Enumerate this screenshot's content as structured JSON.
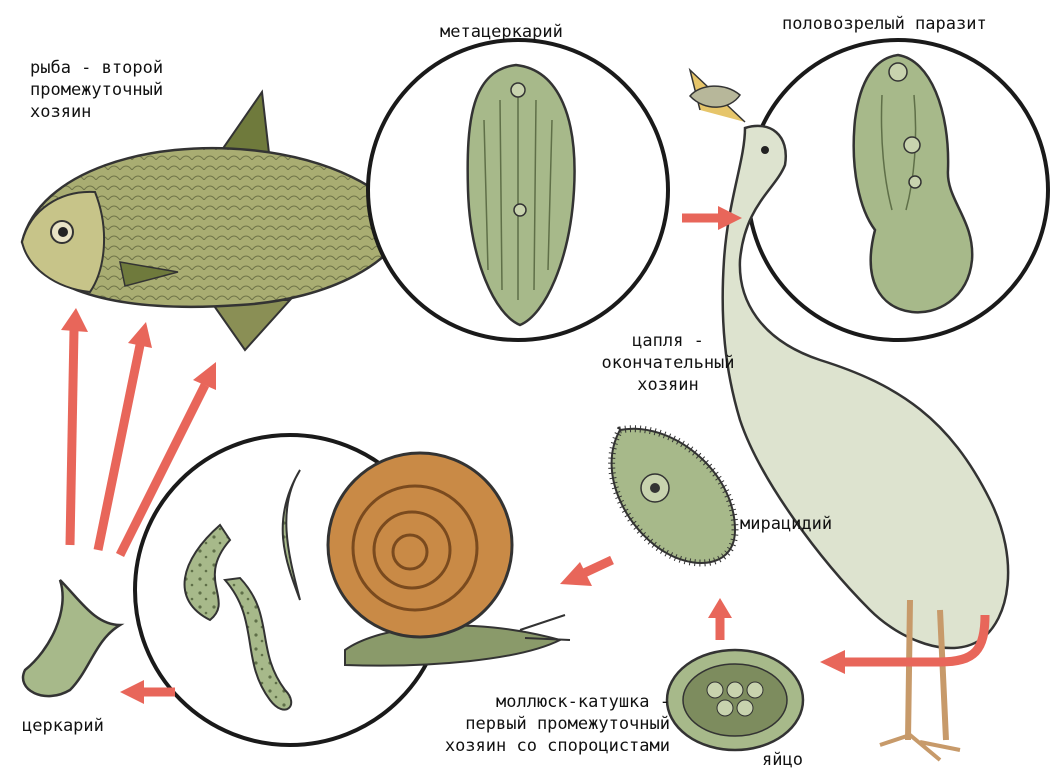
{
  "labels": {
    "fish": [
      "рыба - второй",
      "промежуточный",
      "хозяин"
    ],
    "metacercaria": "метацеркарий",
    "adult": "половозрелый паразит",
    "heron": [
      "цапля -",
      "окончательный",
      "хозяин"
    ],
    "miracidium": "мирацидий",
    "snail": [
      "моллюск-катушка -",
      "первый промежуточный",
      "хозяин со спороцистами"
    ],
    "egg": "яйцо",
    "cercaria": "церкарий"
  },
  "colors": {
    "arrow": "#e8665a",
    "circle": "#1a1a1a",
    "organism": "#a7b98a",
    "organism_dark": "#5f6f48",
    "shell": "#c98a46",
    "shell_dark": "#7a4a1e",
    "heron": "#dde3cf",
    "fish": "#a9ad72"
  }
}
